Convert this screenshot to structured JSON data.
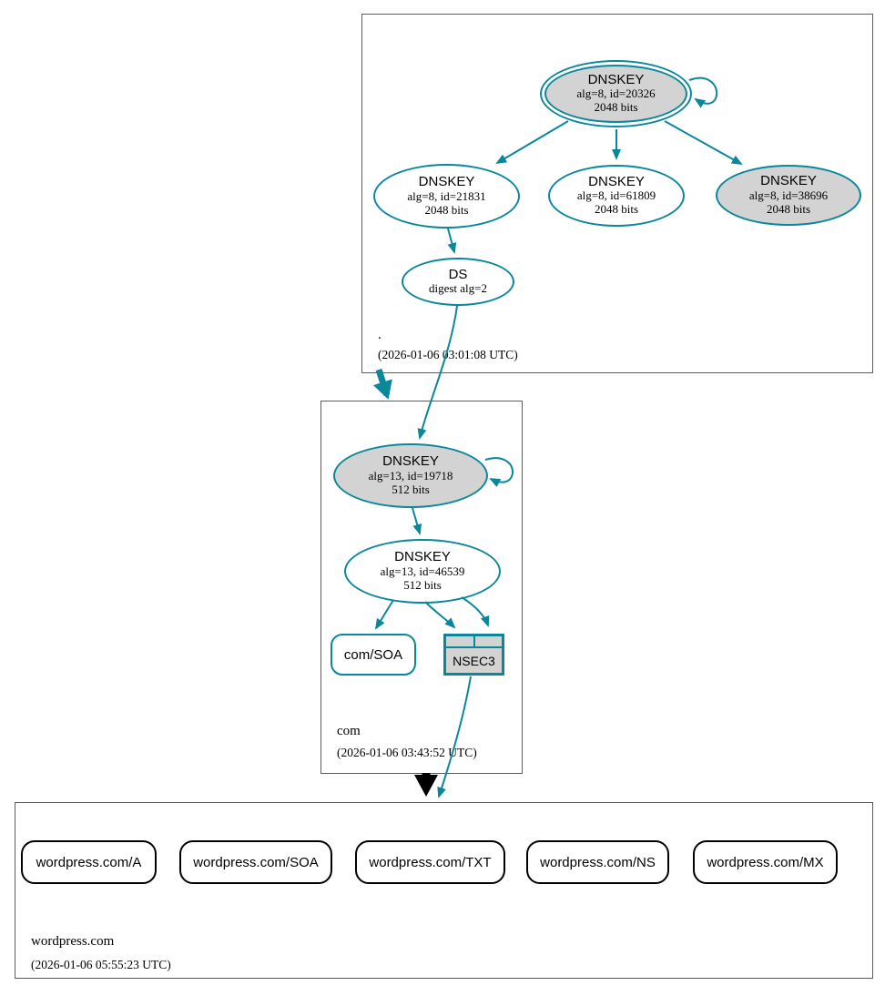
{
  "colors": {
    "edge_teal": "#0a879a",
    "node_fill_gray": "#d3d3d3",
    "zone_border_gray": "#5c5c5c",
    "black": "#000000"
  },
  "zones": {
    "root": {
      "name": ".",
      "timestamp": "(2026-01-06 03:01:08 UTC)",
      "ksk": {
        "title": "DNSKEY",
        "line1": "alg=8, id=20326",
        "line2": "2048 bits"
      },
      "zsk1": {
        "title": "DNSKEY",
        "line1": "alg=8, id=21831",
        "line2": "2048 bits"
      },
      "zsk2": {
        "title": "DNSKEY",
        "line1": "alg=8, id=61809",
        "line2": "2048 bits"
      },
      "zsk3": {
        "title": "DNSKEY",
        "line1": "alg=8, id=38696",
        "line2": "2048 bits"
      },
      "ds": {
        "title": "DS",
        "line1": "digest alg=2"
      }
    },
    "com": {
      "name": "com",
      "timestamp": "(2026-01-06 03:43:52 UTC)",
      "ksk": {
        "title": "DNSKEY",
        "line1": "alg=13, id=19718",
        "line2": "512 bits"
      },
      "zsk": {
        "title": "DNSKEY",
        "line1": "alg=13, id=46539",
        "line2": "512 bits"
      },
      "soa": {
        "label": "com/SOA"
      },
      "nsec3": {
        "label": "NSEC3"
      }
    },
    "wordpress": {
      "name": "wordpress.com",
      "timestamp": "(2026-01-06 05:55:23 UTC)",
      "rrsets": [
        {
          "label": "wordpress.com/A"
        },
        {
          "label": "wordpress.com/SOA"
        },
        {
          "label": "wordpress.com/TXT"
        },
        {
          "label": "wordpress.com/NS"
        },
        {
          "label": "wordpress.com/MX"
        }
      ]
    }
  }
}
